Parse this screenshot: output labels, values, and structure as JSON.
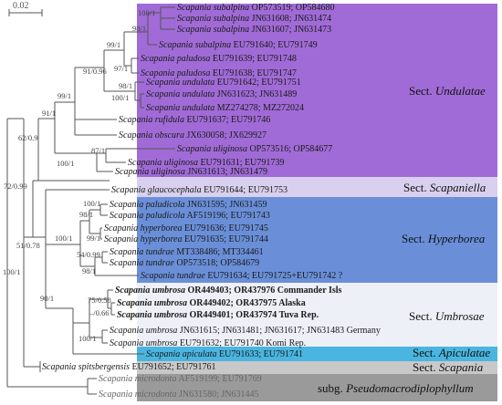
{
  "scale_bar": {
    "label": "0.02"
  },
  "sections": [
    {
      "id": "undulatae",
      "prefix": "Sect. ",
      "name": "Undulatae",
      "color": "#a06bd6"
    },
    {
      "id": "scapaniella",
      "prefix": "Sect. ",
      "name": "Scapaniella",
      "color": "#d8d0ee"
    },
    {
      "id": "hyperborea",
      "prefix": "Sect. ",
      "name": "Hyperborea",
      "color": "#6a8fd8"
    },
    {
      "id": "umbrosae",
      "prefix": "Sect. ",
      "name": "Umbrosae",
      "color": "#eef0f8"
    },
    {
      "id": "apiculatae",
      "prefix": "Sect. ",
      "name": "Apiculatae",
      "color": "#49b5e0"
    },
    {
      "id": "scapania",
      "prefix": "Sect. ",
      "name": "Scapania",
      "color": "#c8c8c8"
    },
    {
      "id": "pseudo",
      "prefix": "subg. ",
      "name": "Pseudomacrodiplophyllum",
      "color": "#9a9a9a"
    }
  ],
  "taxa": [
    {
      "species": "Scapania subalpina",
      "acc": " OP573519; OP584680",
      "style": "normal"
    },
    {
      "species": "Scapania subalpina",
      "acc": " JN631608; JN631474",
      "style": "normal"
    },
    {
      "species": "Scapania subalpina",
      "acc": " JN631607; JN631473",
      "style": "normal"
    },
    {
      "species": "Scapania subalpina",
      "acc": " EU791640; EU791749",
      "style": "normal"
    },
    {
      "species": "Scapania paludosa",
      "acc": " EU791639; EU791748",
      "style": "normal"
    },
    {
      "species": "Scapania paludosa",
      "acc": " EU791638; EU791747",
      "style": "normal"
    },
    {
      "species": "Scapania undulata",
      "acc": " EU791642; EU791751",
      "style": "normal"
    },
    {
      "species": "Scapania undulata",
      "acc": " JN631623; JN631489",
      "style": "normal"
    },
    {
      "species": "Scapania undulata",
      "acc": " MZ274278; MZ272024",
      "style": "normal"
    },
    {
      "species": "Scapania rufidula",
      "acc": " EU791637; EU791746",
      "style": "normal"
    },
    {
      "species": "Scapania obscura",
      "acc": " JX630058; JX629927",
      "style": "normal"
    },
    {
      "species": "Scapania uliginosa",
      "acc": " OP573516; OP584677",
      "style": "normal"
    },
    {
      "species": "Scapania uliginosa",
      "acc": " EU791631; EU791739",
      "style": "normal"
    },
    {
      "species": "Scapania uliginosa",
      "acc": " JN631613; JN631479",
      "style": "normal"
    },
    {
      "species": "Scapania glaucocephala",
      "acc": " EU791644; EU791753",
      "style": "normal"
    },
    {
      "species": "Scapania paludicola",
      "acc": " JN631595; JN631459",
      "style": "normal"
    },
    {
      "species": "Scapania paludicola",
      "acc": " AF519196; EU791743",
      "style": "normal"
    },
    {
      "species": "Scapania hyperborea",
      "acc": " EU791636; EU791745",
      "style": "normal"
    },
    {
      "species": "Scapania hyperborea",
      "acc": " EU791635; EU791744",
      "style": "normal"
    },
    {
      "species": "Scapania tundrae",
      "acc": " MT338486; MT334461",
      "style": "normal"
    },
    {
      "species": "Scapania tundrae",
      "acc": " OP573518; OP584679",
      "style": "normal"
    },
    {
      "species": "Scapania tundrae",
      "acc": " EU791634; EU791725+EU791742 ?",
      "style": "normal"
    },
    {
      "species": "Scapania umbrosa",
      "acc": " OR449403; OR437976 Commander Isls",
      "style": "bold"
    },
    {
      "species": "Scapania umbrosa",
      "acc": " OR449402; OR437975 Alaska",
      "style": "bold"
    },
    {
      "species": "Scapania umbrosa",
      "acc": " OR449401; OR437974 Tuva Rep.",
      "style": "bold"
    },
    {
      "species": "Scapania umbrosa",
      "acc": " JN631615; JN631481; JN631617; JN631483 Germany",
      "style": "normal"
    },
    {
      "species": "Scapania umbrosa",
      "acc": " EU791632; EU791740 Komi Rep.",
      "style": "normal"
    },
    {
      "species": "Scapania apiculata",
      "acc": " EU791633; EU791741",
      "style": "normal"
    },
    {
      "species": "Scapania spitsbergensis",
      "acc": " EU791652; EU791761",
      "style": "normal"
    },
    {
      "species": "Scapania microdonta",
      "acc": " AF519199; EU791769",
      "style": "grey"
    },
    {
      "species": "Scapania microdonta",
      "acc": " JN631580; JN631445",
      "style": "grey"
    }
  ],
  "support_values": [
    "100/1",
    "98/1",
    "99/1",
    "97/1",
    "91/0.96",
    "98/1",
    "100/1",
    "99/1",
    "91/1",
    "62/0.9",
    "87/1",
    "100/1",
    "72/0.99",
    "100/1",
    "98/1",
    "99/1",
    "100/1",
    "54/0.99",
    "98/1",
    "51/0.78",
    "75/0.58",
    "–/0.66",
    "100/1",
    "90/1",
    "100/1"
  ]
}
